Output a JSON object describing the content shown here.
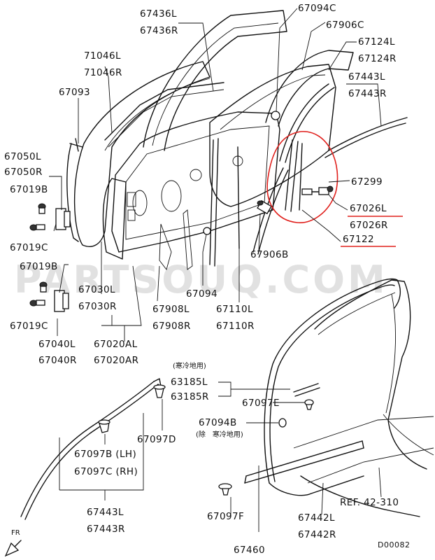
{
  "watermark": "PARTSOUQ.COM",
  "diagram_code": "D00082",
  "direction_label": "FR",
  "highlight_color": "#e0201c",
  "labels": {
    "p67436L": "67436L",
    "p67436R": "67436R",
    "p71046L": "71046L",
    "p71046R": "71046R",
    "p67093": "67093",
    "p67050L": "67050L",
    "p67050R": "67050R",
    "p67019B_1": "67019B",
    "p67019C_1": "67019C",
    "p67019B_2": "67019B",
    "p67019C_2": "67019C",
    "p67030L": "67030L",
    "p67030R": "67030R",
    "p67040L": "67040L",
    "p67040R": "67040R",
    "p67020AL": "67020AL",
    "p67020AR": "67020AR",
    "p67908L": "67908L",
    "p67908R": "67908R",
    "p67094": "67094",
    "p67110L": "67110L",
    "p67110R": "67110R",
    "p67906B": "67906B",
    "p67094C": "67094C",
    "p67906C": "67906C",
    "p67124L": "67124L",
    "p67124R": "67124R",
    "p67443L_top": "67443L",
    "p67443R_top": "67443R",
    "p67299": "67299",
    "p67026L": "67026L",
    "p67026R": "67026R",
    "p67122": "67122",
    "note_cold": "(寒冷地用)",
    "p63185L": "63185L",
    "p63185R": "63185R",
    "p67097E": "67097E",
    "p67094B": "67094B",
    "note_except_cold": "(除　寒冷地用)",
    "p67097D": "67097D",
    "p67097B": "67097B (LH)",
    "p67097C": "67097C (RH)",
    "p67443L_bot": "67443L",
    "p67443R_bot": "67443R",
    "p67097F": "67097F",
    "p67460": "67460",
    "p67442L": "67442L",
    "p67442R": "67442R",
    "ref": "REF. 42-310"
  }
}
